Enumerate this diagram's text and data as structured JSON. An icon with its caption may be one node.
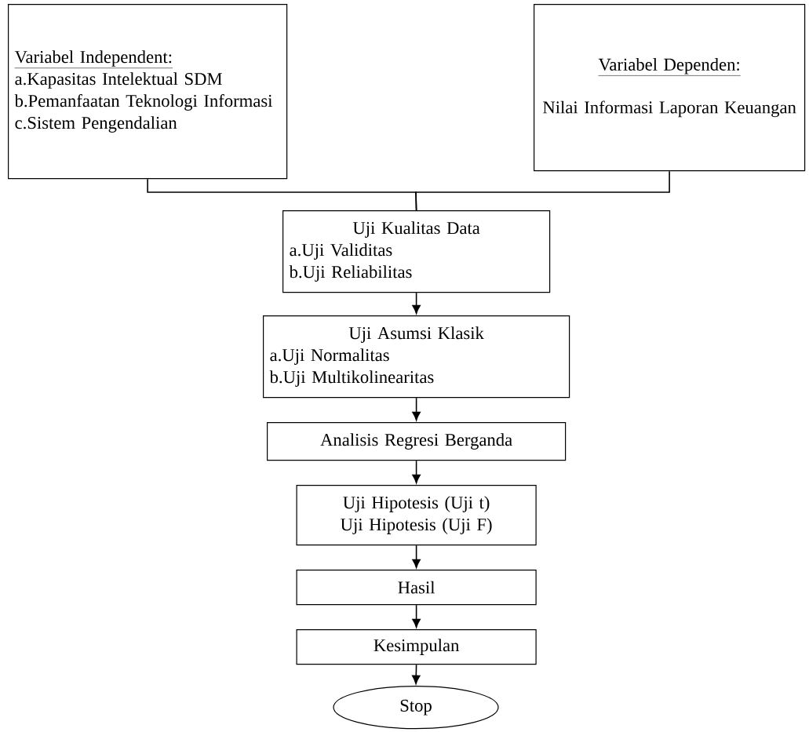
{
  "diagram": {
    "nodes": [
      {
        "text": [
          "Variabel Independent:",
          "a.Kapasitas Intelektual SDM",
          "b.Pemanfaatan Teknologi Informasi",
          "c.Sistem Pengendalian"
        ]
      },
      {
        "text": [
          "Variabel Dependen:",
          "Nilai Informasi Laporan Keuangan"
        ]
      },
      {
        "text": [
          "Uji Kualitas Data",
          "a.Uji Validitas",
          "b.Uji Reliabilitas"
        ]
      },
      {
        "text": [
          "Uji Asumsi Klasik",
          "a.Uji Normalitas",
          "b.Uji Multikolinearitas"
        ]
      },
      {
        "text": [
          "Analisis Regresi Berganda"
        ]
      },
      {
        "text": [
          "Uji Hipotesis (Uji t)",
          "Uji Hipotesis (Uji F)"
        ]
      },
      {
        "text": [
          "Hasil"
        ]
      },
      {
        "text": [
          "Kesimpulan"
        ]
      },
      {
        "text": [
          "Stop"
        ]
      }
    ],
    "edges": [
      {
        "from": 0,
        "to": 2,
        "arrow": "none"
      },
      {
        "from": 1,
        "to": 2,
        "arrow": "none"
      },
      {
        "from": 2,
        "to": 3,
        "arrow": "to"
      },
      {
        "from": 3,
        "to": 4,
        "arrow": "to"
      },
      {
        "from": 4,
        "to": 5,
        "arrow": "to"
      },
      {
        "from": 5,
        "to": 6,
        "arrow": "to"
      },
      {
        "from": 6,
        "to": 7,
        "arrow": "to"
      },
      {
        "from": 7,
        "to": 8,
        "arrow": "to"
      }
    ]
  }
}
